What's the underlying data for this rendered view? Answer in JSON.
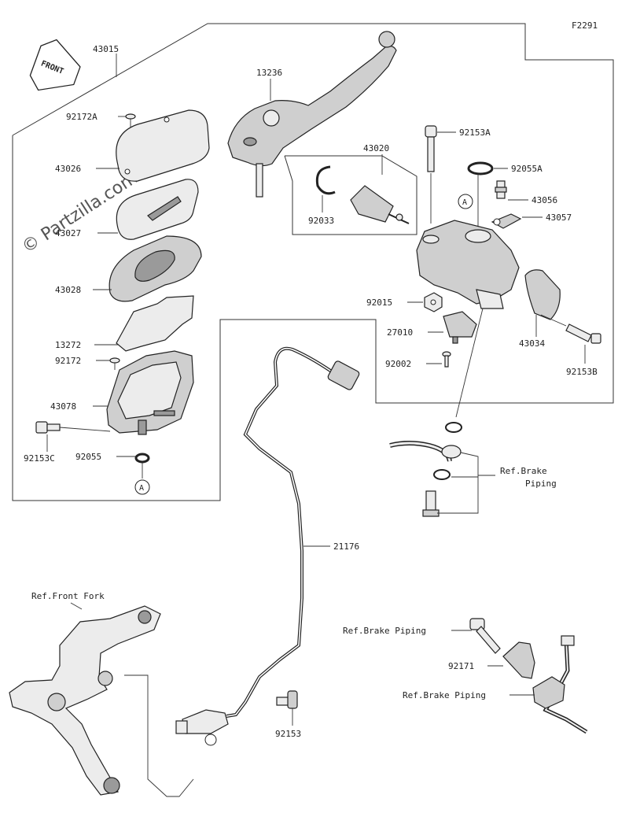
{
  "figure_code": "F2291",
  "front_arrow": "FRONT",
  "watermark": "© Partzilla.com",
  "parts": {
    "p43015": "43015",
    "p92172A": "92172A",
    "p43026": "43026",
    "p43027": "43027",
    "p43028": "43028",
    "p13272": "13272",
    "p92172": "92172",
    "p43078": "43078",
    "p92153C": "92153C",
    "p92055": "92055",
    "p13236": "13236",
    "p43020": "43020",
    "p92033": "92033",
    "p92153A": "92153A",
    "p92055A": "92055A",
    "p43056": "43056",
    "p43057": "43057",
    "p92015": "92015",
    "p27010": "27010",
    "p92002": "92002",
    "p43034": "43034",
    "p92153B": "92153B",
    "p21176": "21176",
    "p92153": "92153",
    "p92171": "92171"
  },
  "refs": {
    "brake_piping_1a": "Ref.Brake",
    "brake_piping_1b": "Piping",
    "front_fork": "Ref.Front Fork",
    "brake_piping_2": "Ref.Brake Piping",
    "brake_piping_3": "Ref.Brake Piping"
  },
  "markers": {
    "a_top": "A",
    "a_bottom": "A"
  }
}
